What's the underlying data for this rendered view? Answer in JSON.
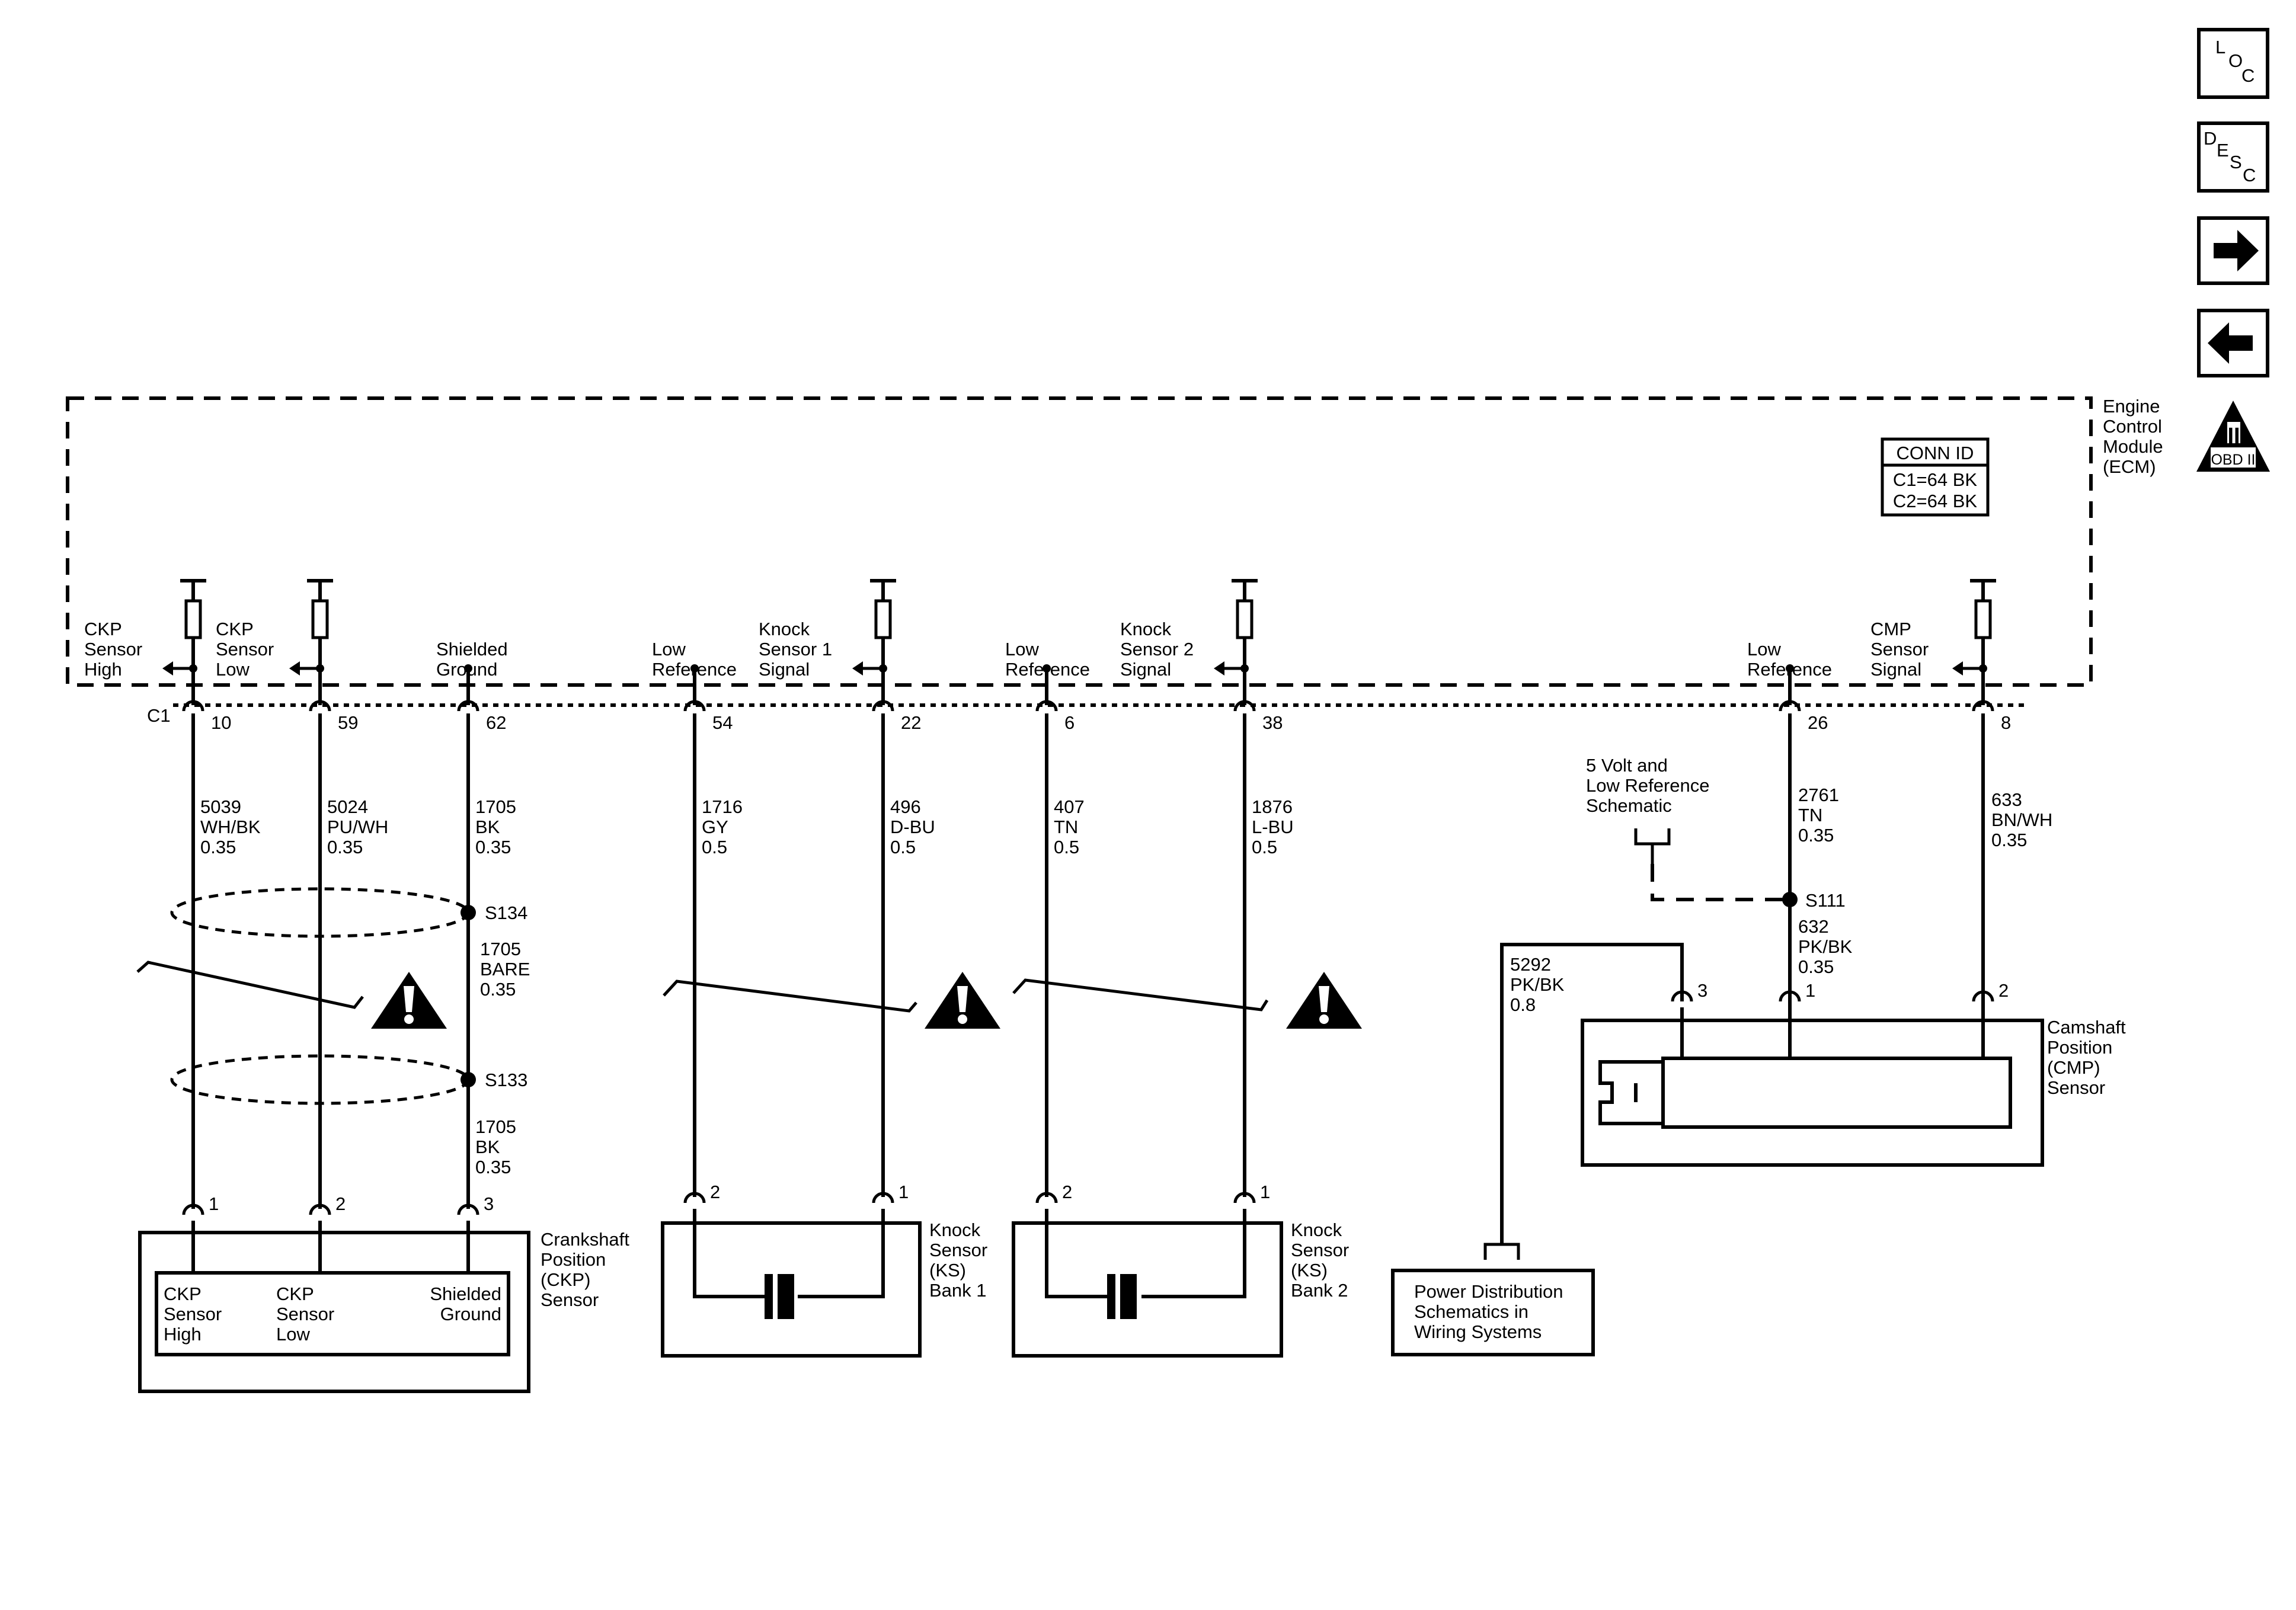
{
  "nav_buttons": {
    "loc": [
      "L",
      "O",
      "C"
    ],
    "desc": [
      "D",
      "E",
      "S",
      "C"
    ],
    "obd": {
      "numeral": "II",
      "label": "OBD II"
    }
  },
  "ecm": {
    "label": [
      "Engine",
      "Control",
      "Module",
      "(ECM)"
    ],
    "conn_id": {
      "title": "CONN ID",
      "rows": [
        "C1=64 BK",
        "C2=64 BK"
      ]
    },
    "connector": "C1",
    "pins": [
      {
        "id": "p10",
        "number": "10",
        "label": [
          "CKP",
          "Sensor",
          "High"
        ],
        "wire": [
          "5039",
          "WH/BK",
          "0.35"
        ]
      },
      {
        "id": "p59",
        "number": "59",
        "label": [
          "CKP",
          "Sensor",
          "Low"
        ],
        "wire": [
          "5024",
          "PU/WH",
          "0.35"
        ]
      },
      {
        "id": "p62",
        "number": "62",
        "label": [
          "Shielded",
          "Ground"
        ],
        "wire": [
          "1705",
          "BK",
          "0.35"
        ]
      },
      {
        "id": "p54",
        "number": "54",
        "label": [
          "Low",
          "Reference"
        ],
        "wire": [
          "1716",
          "GY",
          "0.5"
        ]
      },
      {
        "id": "p22",
        "number": "22",
        "label": [
          "Knock",
          "Sensor 1",
          "Signal"
        ],
        "wire": [
          "496",
          "D-BU",
          "0.5"
        ]
      },
      {
        "id": "p6",
        "number": "6",
        "label": [
          "Low",
          "Reference"
        ],
        "wire": [
          "407",
          "TN",
          "0.5"
        ]
      },
      {
        "id": "p38",
        "number": "38",
        "label": [
          "Knock",
          "Sensor 2",
          "Signal"
        ],
        "wire": [
          "1876",
          "L-BU",
          "0.5"
        ]
      },
      {
        "id": "p26",
        "number": "26",
        "label": [
          "Low",
          "Reference"
        ],
        "wire": [
          "2761",
          "TN",
          "0.35"
        ]
      },
      {
        "id": "p8",
        "number": "8",
        "label": [
          "CMP",
          "Sensor",
          "Signal"
        ],
        "wire": [
          "633",
          "BN/WH",
          "0.35"
        ]
      }
    ]
  },
  "splices": {
    "s134": {
      "id": "S134",
      "wire": [
        "1705",
        "BARE",
        "0.35"
      ]
    },
    "s133": {
      "id": "S133",
      "wire": [
        "1705",
        "BK",
        "0.35"
      ]
    },
    "s111": {
      "id": "S111",
      "wire": [
        "632",
        "PK/BK",
        "0.35"
      ]
    }
  },
  "five_volt_ref": [
    "5 Volt and",
    "Low Reference",
    "Schematic"
  ],
  "power_dist": {
    "wire": [
      "5292",
      "PK/BK",
      "0.8"
    ],
    "box": [
      "Power Distribution",
      "Schematics in",
      "Wiring Systems"
    ]
  },
  "ckp_sensor": {
    "label": [
      "Crankshaft",
      "Position",
      "(CKP)",
      "Sensor"
    ],
    "pins": [
      "1",
      "2",
      "3"
    ],
    "inner": [
      [
        "CKP",
        "Sensor",
        "High"
      ],
      [
        "CKP",
        "Sensor",
        "Low"
      ],
      [
        "Shielded",
        "Ground"
      ]
    ]
  },
  "ks1": {
    "label": [
      "Knock",
      "Sensor",
      "(KS)",
      "Bank 1"
    ],
    "pins": [
      "2",
      "1"
    ]
  },
  "ks2": {
    "label": [
      "Knock",
      "Sensor",
      "(KS)",
      "Bank 2"
    ],
    "pins": [
      "2",
      "1"
    ]
  },
  "cmp_sensor": {
    "label": [
      "Camshaft",
      "Position",
      "(CMP)",
      "Sensor"
    ],
    "pins": [
      "3",
      "1",
      "2"
    ]
  }
}
